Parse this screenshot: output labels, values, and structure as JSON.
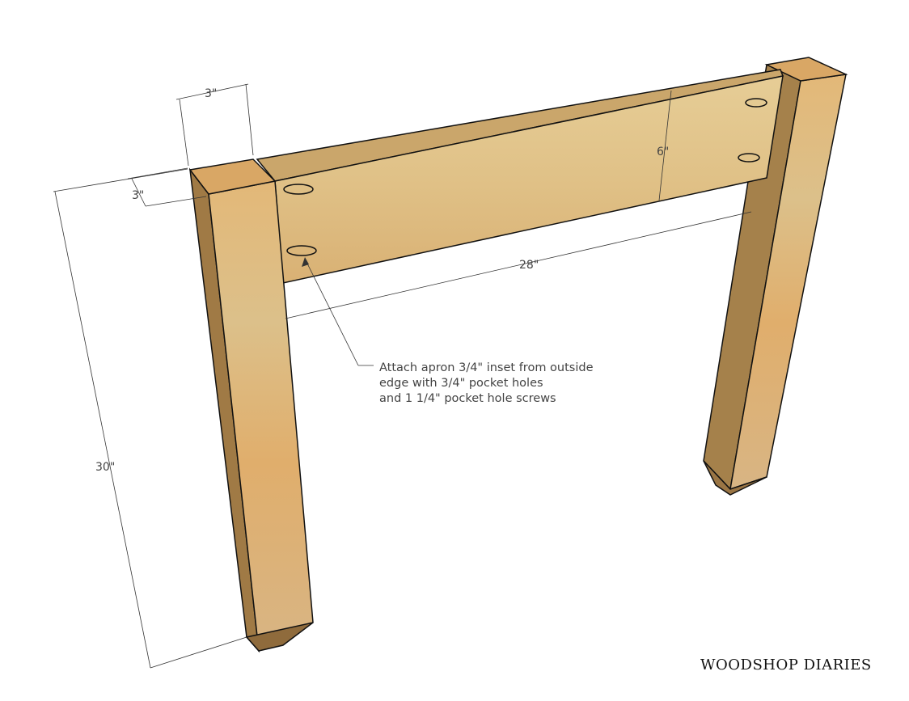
{
  "dimensions": {
    "leg_width": "3\"",
    "leg_depth": "3\"",
    "leg_height": "30\"",
    "apron_length": "28\"",
    "apron_height": "6\""
  },
  "annotation": {
    "lines": [
      "Attach apron 3/4\" inset from outside",
      "edge with 3/4\" pocket holes",
      "and 1 1/4\" pocket hole screws"
    ]
  },
  "brand": "WOODSHOP DIARIES",
  "colors": {
    "wood_light": "#e2bd82",
    "wood_mid": "#d3a466",
    "wood_dark": "#8a6a3c",
    "outline": "#111111"
  }
}
